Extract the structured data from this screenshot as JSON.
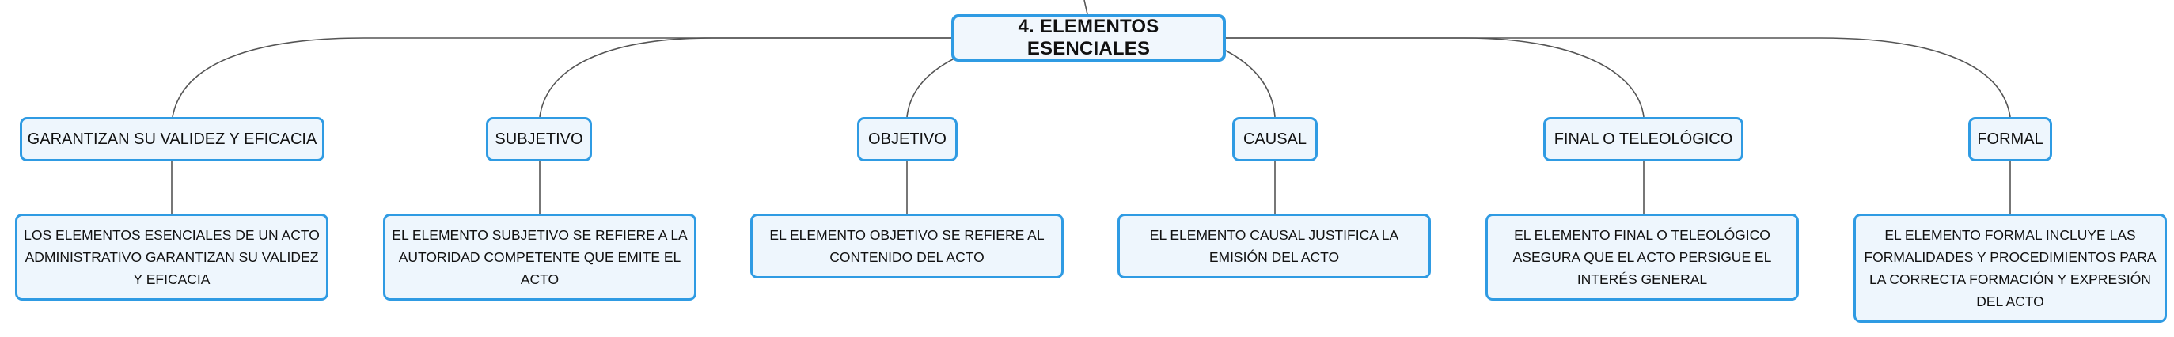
{
  "diagram": {
    "root": {
      "label": "4. ELEMENTOS ESENCIALES"
    },
    "branches": [
      {
        "topic": "GARANTIZAN SU VALIDEZ Y EFICACIA",
        "detail": "LOS ELEMENTOS ESENCIALES DE UN ACTO ADMINISTRATIVO GARANTIZAN SU VALIDEZ Y EFICACIA"
      },
      {
        "topic": "SUBJETIVO",
        "detail": "EL ELEMENTO SUBJETIVO SE REFIERE A LA AUTORIDAD COMPETENTE QUE EMITE EL ACTO"
      },
      {
        "topic": "OBJETIVO",
        "detail": "EL ELEMENTO OBJETIVO SE REFIERE AL CONTENIDO DEL ACTO"
      },
      {
        "topic": "CAUSAL",
        "detail": "EL ELEMENTO CAUSAL JUSTIFICA LA EMISIÓN DEL ACTO"
      },
      {
        "topic": "FINAL O TELEOLÓGICO",
        "detail": "EL ELEMENTO FINAL O TELEOLÓGICO ASEGURA QUE EL ACTO PERSIGUE EL INTERÉS GENERAL"
      },
      {
        "topic": "FORMAL",
        "detail": "EL ELEMENTO FORMAL INCLUYE LAS FORMALIDADES Y PROCEDIMIENTOS PARA LA CORRECTA FORMACIÓN Y EXPRESIÓN DEL ACTO"
      }
    ],
    "colors": {
      "node_border": "#2f9be3",
      "node_fill": "#eef6fd",
      "connector": "#555555",
      "text": "#111111"
    }
  }
}
